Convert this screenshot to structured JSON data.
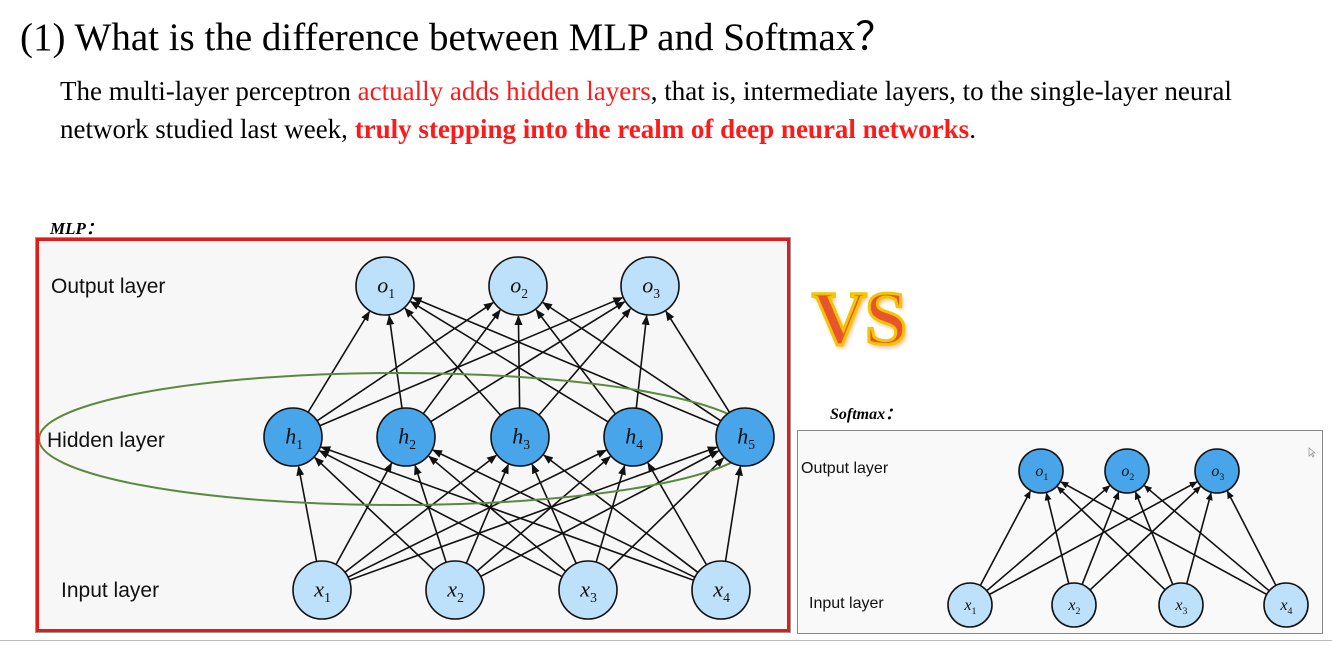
{
  "title": "(1) What is the difference between MLP and Softmax？",
  "paragraph": {
    "part1": "The multi-layer perceptron ",
    "highlight1": "actually adds hidden layers",
    "part2": ", that is, intermediate layers, to the single-layer neural network studied last week, ",
    "highlight2": "truly stepping into the realm of deep neural networks",
    "part3": "."
  },
  "vs_label": "VS",
  "mlp": {
    "caption": "MLP：",
    "labels": {
      "output": "Output layer",
      "hidden": "Hidden layer",
      "input": "Input layer"
    },
    "output_nodes": [
      {
        "sym": "o",
        "sub": "1"
      },
      {
        "sym": "o",
        "sub": "2"
      },
      {
        "sym": "o",
        "sub": "3"
      }
    ],
    "hidden_nodes": [
      {
        "sym": "h",
        "sub": "1"
      },
      {
        "sym": "h",
        "sub": "2"
      },
      {
        "sym": "h",
        "sub": "3"
      },
      {
        "sym": "h",
        "sub": "4"
      },
      {
        "sym": "h",
        "sub": "5"
      }
    ],
    "input_nodes": [
      {
        "sym": "x",
        "sub": "1"
      },
      {
        "sym": "x",
        "sub": "2"
      },
      {
        "sym": "x",
        "sub": "3"
      },
      {
        "sym": "x",
        "sub": "4"
      }
    ]
  },
  "softmax": {
    "caption": "Softmax：",
    "labels": {
      "output": "Output layer",
      "input": "Input layer"
    },
    "output_nodes": [
      {
        "sym": "o",
        "sub": "1"
      },
      {
        "sym": "o",
        "sub": "2"
      },
      {
        "sym": "o",
        "sub": "3"
      }
    ],
    "input_nodes": [
      {
        "sym": "x",
        "sub": "1"
      },
      {
        "sym": "x",
        "sub": "2"
      },
      {
        "sym": "x",
        "sub": "3"
      },
      {
        "sym": "x",
        "sub": "4"
      }
    ]
  },
  "colors": {
    "accent_red": "#ff1a1a",
    "panel_border": "#e01b1b",
    "light_node": "#bde0fb",
    "dark_node": "#49a5ea",
    "ellipse": "#5b8a3c"
  }
}
